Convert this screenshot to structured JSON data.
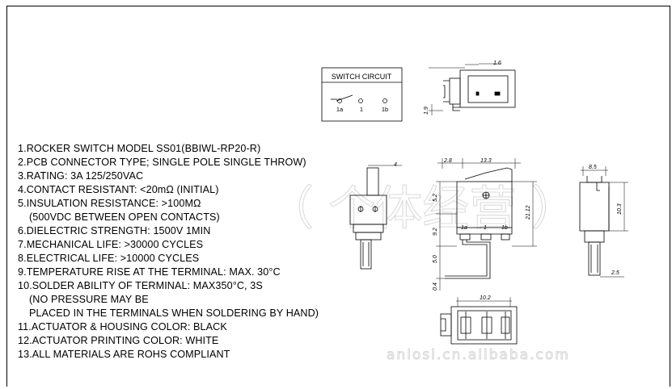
{
  "switch_circuit": {
    "title": "SWITCH CIRCUIT",
    "terminals": [
      "1a",
      "1",
      "1b"
    ]
  },
  "specs": [
    "1.ROCKER SWITCH MODEL SS01(BBIWL-RP20-R)",
    "2.PCB CONNECTOR TYPE; SINGLE POLE SINGLE THROW)",
    "3.RATING: 3A 125/250VAC",
    "4.CONTACT RESISTANT: <20mΩ (INITIAL)",
    "5.INSULATION RESISTANCE: >100MΩ",
    "(500VDC BETWEEN OPEN CONTACTS)",
    "6.DIELECTRIC STRENGTH: 1500V  1MIN",
    "7.MECHANICAL LIFE: >30000 CYCLES",
    "8.ELECTRICAL LIFE: >10000 CYCLES",
    "9.TEMPERATURE RISE AT THE TERMINAL: MAX. 30°C",
    "10.SOLDER ABILITY OF TERMINAL: MAX350°C, 3S",
    "(NO PRESSURE MAY BE",
    "PLACED IN THE TERMINALS WHEN SOLDERING BY HAND)",
    "11.ACTUATOR & HOUSING COLOR: BLACK",
    "12.ACTUATOR PRINTING COLOR: WHITE",
    "13.ALL MATERIALS ARE ROHS COMPLIANT"
  ],
  "spec_indented": [
    5,
    11,
    12
  ],
  "dimensions": {
    "top_width": "1.6",
    "top_height": "1.9",
    "left_side_width": "4",
    "front_left": "2.8",
    "front_width": "13.3",
    "front_top": "5.2",
    "front_mid": "9.2",
    "front_pin": "5.0",
    "front_pin_tip": "0.4",
    "front_height": "21.12",
    "right_width": "8.5",
    "right_height": "10.3",
    "right_pin": "2.5",
    "bottom_width": "10.2"
  },
  "front_terminal_labels": [
    "1a",
    "1",
    "1b"
  ],
  "watermark": {
    "text": "（ 个体经营 ）",
    "url": "anlosi.cn.alibaba.com"
  }
}
